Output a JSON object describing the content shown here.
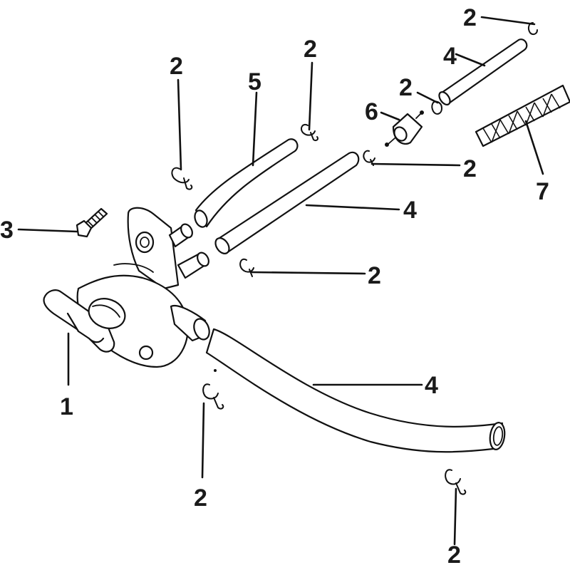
{
  "diagram": {
    "callouts": {
      "valve": "1",
      "clamp": "2",
      "bolt": "3",
      "hose": "4",
      "short_hose": "5",
      "filter": "6",
      "sleeve": "7"
    }
  }
}
